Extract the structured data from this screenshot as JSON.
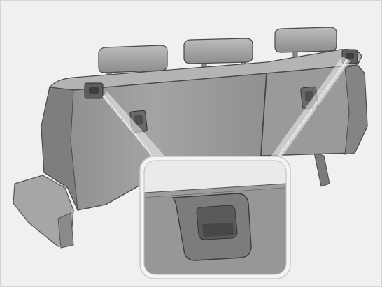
{
  "figure": {
    "subject": "rear seatback",
    "background_color": "#f0f0f0",
    "seat_color": "#9c9c9c",
    "seat_dark_color": "#6e6e6e",
    "callout_frame_color": "#f4f4f4",
    "callout_border_color": "#c8c8c8",
    "parts": [
      "headrest-left",
      "headrest-center",
      "headrest-right",
      "seatback-left-section",
      "seatback-right-section",
      "folding-lever-left",
      "folding-lever-right",
      "top-tether-anchor-left",
      "top-tether-anchor-right",
      "seat-cushion",
      "rear-support-leg",
      "magnified-callout"
    ]
  }
}
